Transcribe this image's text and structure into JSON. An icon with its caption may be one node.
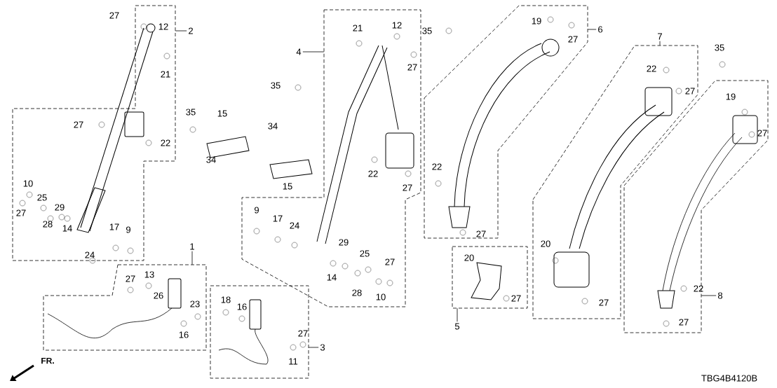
{
  "diagram": {
    "nodes": [
      {
        "text": [
          "2"
        ]
      },
      {
        "text": [],
        "shape": "box"
      },
      {
        "text": [
          "4"
        ]
      },
      {
        "text": [],
        "shape": "box"
      },
      {
        "text": [
          "6"
        ]
      },
      {
        "text": [],
        "shape": "box"
      },
      {
        "text": [
          "7"
        ]
      },
      {
        "text": [],
        "shape": "box"
      },
      {
        "text": [
          "1"
        ]
      },
      {
        "text": [],
        "shape": "box"
      },
      {
        "text": [
          "3"
        ]
      },
      {
        "text": [],
        "shape": "box"
      },
      {
        "text": [
          "5"
        ]
      },
      {
        "text": [],
        "shape": "box"
      },
      {
        "text": [
          "8"
        ]
      },
      {
        "text": [],
        "shape": "box"
      }
    ],
    "edges": [
      {
        "from": 0,
        "to": 1,
        "arrow": "none"
      },
      {
        "from": 2,
        "to": 3,
        "arrow": "none"
      },
      {
        "from": 4,
        "to": 5,
        "arrow": "none"
      },
      {
        "from": 6,
        "to": 7,
        "arrow": "none"
      },
      {
        "from": 8,
        "to": 9,
        "arrow": "none"
      },
      {
        "from": 10,
        "to": 11,
        "arrow": "none"
      },
      {
        "from": 12,
        "to": 13,
        "arrow": "none"
      },
      {
        "from": 14,
        "to": 15,
        "arrow": "none"
      }
    ],
    "labels": [
      "27",
      "12",
      "21",
      "35",
      "27",
      "22",
      "10",
      "25",
      "29",
      "27",
      "28",
      "14",
      "17",
      "9",
      "24",
      "15",
      "34",
      "34",
      "15",
      "21",
      "12",
      "27",
      "35",
      "22",
      "27",
      "9",
      "17",
      "24",
      "29",
      "25",
      "27",
      "14",
      "28",
      "10",
      "35",
      "19",
      "27",
      "22",
      "27",
      "22",
      "27",
      "20",
      "27",
      "35",
      "19",
      "27",
      "22",
      "27",
      "20",
      "27",
      "27",
      "13",
      "26",
      "23",
      "16",
      "18",
      "16",
      "27",
      "11",
      "FR.",
      "TBG4B4120B"
    ]
  }
}
